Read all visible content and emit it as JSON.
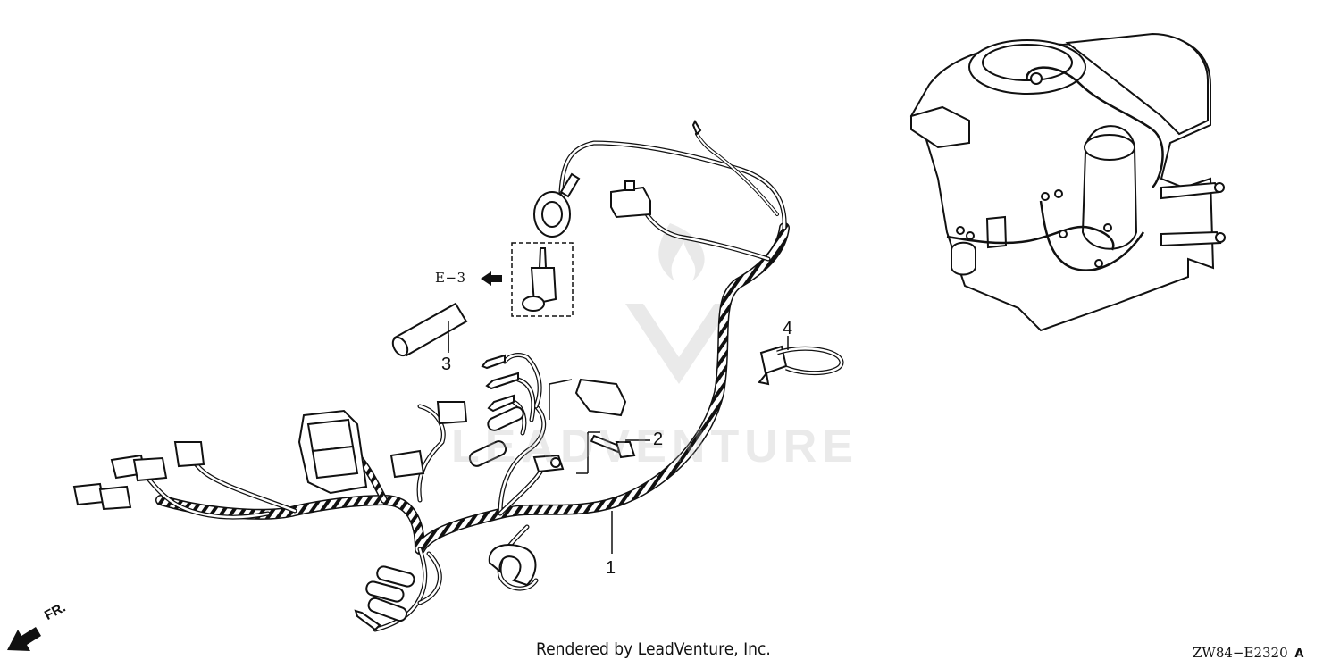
{
  "callouts": {
    "part_1": "1",
    "part_2": "2",
    "part_3": "3",
    "part_4": "4"
  },
  "reference": {
    "e3_label": "E−3"
  },
  "orientation": {
    "front_label": "FR."
  },
  "footer": {
    "credit": "Rendered by LeadVenture, Inc.",
    "diagram_code": "ZW84−E2320",
    "revision": "A"
  },
  "watermark": {
    "text": "LEADVENTURE"
  },
  "colors": {
    "line": "#111111",
    "watermark": "#cfcfcf"
  }
}
